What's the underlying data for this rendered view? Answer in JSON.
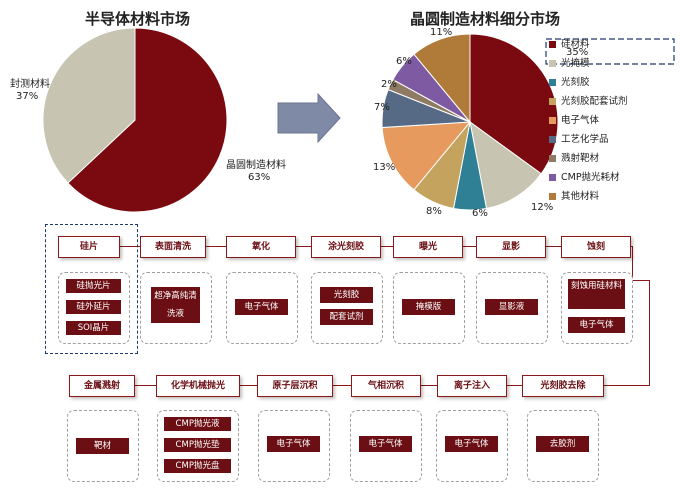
{
  "chart_data": [
    {
      "type": "pie",
      "title": "半导体材料市场",
      "slices": [
        {
          "label": "晶圆制造材料",
          "value": 63,
          "value_label": "63%",
          "color": "#7a0a0f"
        },
        {
          "label": "封测材料",
          "value": 37,
          "value_label": "37%",
          "color": "#c7c4b2"
        }
      ]
    },
    {
      "type": "pie",
      "title": "晶圆制造材料细分市场",
      "legend_position": "right",
      "slices": [
        {
          "label": "硅材料",
          "value": 35,
          "value_label": "35%",
          "color": "#7a0a0f"
        },
        {
          "label": "光掩模",
          "value": 12,
          "value_label": "12%",
          "color": "#c7c4b2"
        },
        {
          "label": "光刻胶",
          "value": 6,
          "value_label": "6%",
          "color": "#2f7f95"
        },
        {
          "label": "光刻胶配套试剂",
          "value": 8,
          "value_label": "8%",
          "color": "#c4a35f"
        },
        {
          "label": "电子气体",
          "value": 13,
          "value_label": "13%",
          "color": "#e79a5d"
        },
        {
          "label": "工艺化学品",
          "value": 7,
          "value_label": "7%",
          "color": "#566a86"
        },
        {
          "label": "溅射靶材",
          "value": 2,
          "value_label": "2%",
          "color": "#8f7b63"
        },
        {
          "label": "CMP抛光耗材",
          "value": 6,
          "value_label": "6%",
          "color": "#7e5aa3"
        },
        {
          "label": "其他材料",
          "value": 11,
          "value_label": "11%",
          "color": "#b07b39"
        }
      ]
    }
  ],
  "process": {
    "row1": [
      {
        "step": "硅片",
        "materials": [
          "硅抛光片",
          "硅外延片",
          "SOI晶片"
        ]
      },
      {
        "step": "表面清洗",
        "materials": [
          "超净高纯清洗液"
        ]
      },
      {
        "step": "氧化",
        "materials": [
          "电子气体"
        ]
      },
      {
        "step": "涂光刻胶",
        "materials": [
          "光刻胶",
          "配套试剂"
        ]
      },
      {
        "step": "曝光",
        "materials": [
          "掩模版"
        ]
      },
      {
        "step": "显影",
        "materials": [
          "显影液"
        ]
      },
      {
        "step": "蚀刻",
        "materials": [
          "刻蚀用硅材料",
          "电子气体"
        ]
      }
    ],
    "row2": [
      {
        "step": "金属溅射",
        "materials": [
          "靶材"
        ]
      },
      {
        "step": "化学机械抛光",
        "materials": [
          "CMP抛光液",
          "CMP抛光垫",
          "CMP抛光盘"
        ]
      },
      {
        "step": "原子层沉积",
        "materials": [
          "电子气体"
        ]
      },
      {
        "step": "气相沉积",
        "materials": [
          "电子气体"
        ]
      },
      {
        "step": "离子注入",
        "materials": [
          "电子气体"
        ]
      },
      {
        "step": "光刻胶去除",
        "materials": [
          "去胶剂"
        ]
      }
    ]
  },
  "colors": {
    "accent": "#7a0a0f",
    "arrow": "#7f8aa6",
    "dash": "#1f3a6b"
  }
}
